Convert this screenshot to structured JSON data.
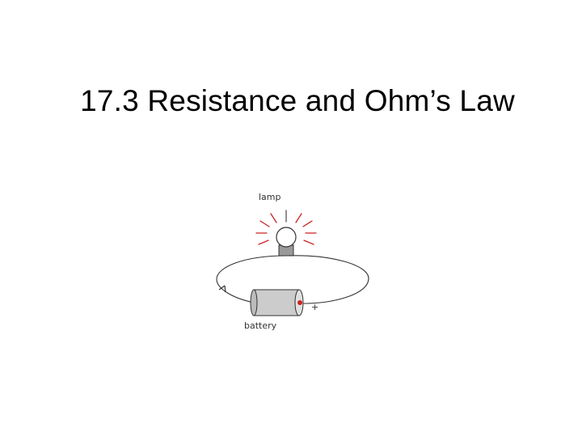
{
  "slide": {
    "title": "17.3 Resistance and Ohm’s Law"
  },
  "diagram": {
    "lamp_label": "lamp",
    "battery_label": "battery",
    "positive_terminal_label": "+",
    "ray_color": "#cc2222",
    "battery_body_color": "#cccccc",
    "terminal_color": "#cc2222"
  }
}
